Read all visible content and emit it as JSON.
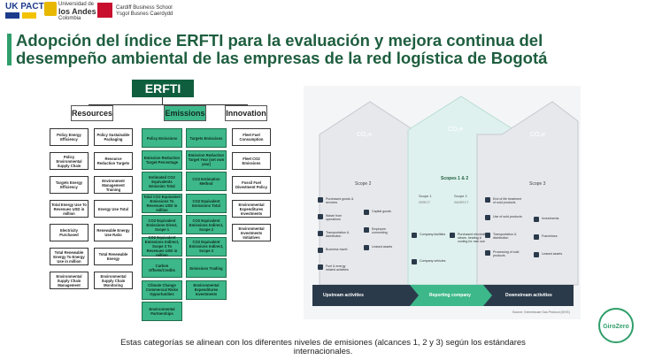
{
  "header": {
    "logo1": "UK PACT",
    "logo2_line1": "Universidad de",
    "logo2_line2": "los Andes",
    "logo2_line3": "Colombia",
    "logo3": "Cardiff Business School",
    "logo3b": "Ysgol Busnes Caerdydd"
  },
  "title": "Adopción del índice ERFTI para la evaluación y mejora continua del desempeño ambiental de las empresas de la red logística de Bogotá",
  "tree": {
    "root": "ERFTI",
    "resources_label": "Resources",
    "emissions_label": "Emissions",
    "innovation_label": "Innovation",
    "resources_col1": [
      "Policy Energy Efficiency",
      "Policy Environmental Supply Chain",
      "Targets Energy Efficiency",
      "Total Energy Use To Revenues USD in million",
      "Electricity Purchased",
      "Total Renewable Energy To Energy Use in million",
      "Environmental Supply Chain Management"
    ],
    "resources_col2": [
      "Policy Sustainable Packaging",
      "Resource Reduction Targets",
      "Environment Management Training",
      "Energy Use Total",
      "Renewable Energy Use Ratio",
      "Total Renewable Energy",
      "Environmental Supply Chain Monitoring"
    ],
    "emissions_col1": [
      "Policy Emissions",
      "Emission Reduction Target Percentage",
      "Estimated CO2 Equivalents Emission Total",
      "Total CO2 Equivalent Emissions To Revenues USD in million",
      "CO2 Equivalent Emissions Direct, Scope 1",
      "CO2 Equivalent Emissions Indirect, Scope 3 To Revenues USD in million",
      "Carbon Offsets/Credits",
      "Climate Change Commercial Risks Opportunities",
      "Environmental Partnerships"
    ],
    "emissions_col2": [
      "Targets Emissions",
      "Emission Reduction Target Year (set own year)",
      "CO2 Estimation Method",
      "CO2 Equivalent Emissions Total",
      "CO2 Equivalent Emissions Indirect, Scope 2",
      "CO2 Equivalent Emissions Indirect, Scope 3",
      "Emissions Trading",
      "Environmental Expenditures Investments"
    ],
    "innovation_col": [
      "Fleet Fuel Consumption",
      "Fleet CO2 Emissions",
      "Fossil Fuel Divestment Policy",
      "Environmental Expenditures Investments",
      "Environmental Investments Initiatives"
    ]
  },
  "diagram": {
    "co2_left": "CO₂e",
    "co2_mid": "CO₂e",
    "co2_right": "CO₂e",
    "scope2": "Scope 2",
    "scope13": "Scopes 1 & 2",
    "scope3": "Scope 3",
    "scope1_label": "Scope 1",
    "scope2_label": "Scope 2",
    "direct": "DIRECT",
    "indirect": "INDIRECT",
    "left_items": [
      "Purchased goods & services",
      "Waste from operations",
      "Transportation & distribution",
      "Business travel",
      "Fuel & energy related activities"
    ],
    "left_items2": [
      "Capital goods",
      "Employee commuting",
      "Leased assets"
    ],
    "mid_items": [
      "Company facilities",
      "Company vehicles"
    ],
    "mid_items2": [
      "Purchased electricity, steam, heating & cooling for own use"
    ],
    "right_items": [
      "End of life treatment of sold products",
      "Use of sold products",
      "Transportation & distribution",
      "Processing of sold products"
    ],
    "right_items2": [
      "Investments",
      "Franchises",
      "Leased assets"
    ],
    "upstream": "Upstream activities",
    "reporting": "Reporting company",
    "downstream": "Downstream activities",
    "source": "Source: Greenhouse Gas Protocol (GHG)"
  },
  "caption": "Estas categorías se alinean con los diferentes niveles de emisiones (alcances 1, 2 y 3) según los estándares internacionales.",
  "badge": "GiroZero",
  "colors": {
    "brand_green": "#0f5f3f",
    "emissions_green": "#3db88a",
    "accent": "#2f9e6a"
  }
}
